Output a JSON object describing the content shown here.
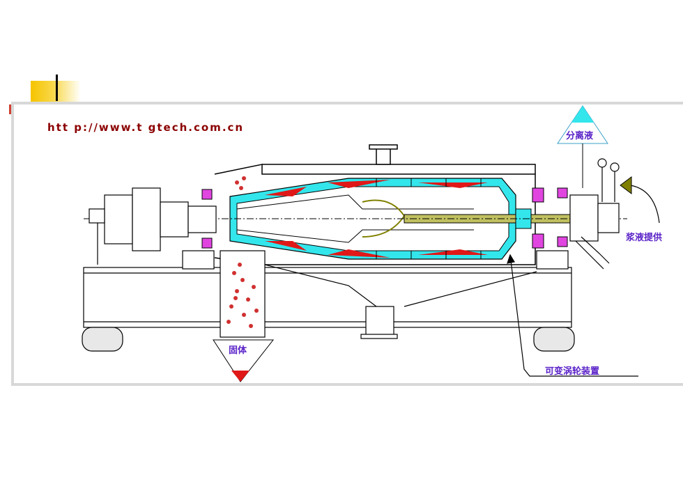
{
  "url_label": "htt p://www.t gtech.com.cn",
  "labels": {
    "separated_liquid": "分离液",
    "feed_slurry": "浆液提供",
    "solids": "固体",
    "variable_turbine": "可变涡轮装置"
  },
  "colors": {
    "liquid": "#33e6ec",
    "solids": "#e01818",
    "bearing": "#e045e0",
    "label_text": "#5a22c8",
    "url_text": "#8b0000",
    "outline": "#000000",
    "shaft": "#808000"
  },
  "icons": [
    "separated-liquid-triangle-icon",
    "feed-arrow-icon",
    "solids-funnel-icon"
  ]
}
